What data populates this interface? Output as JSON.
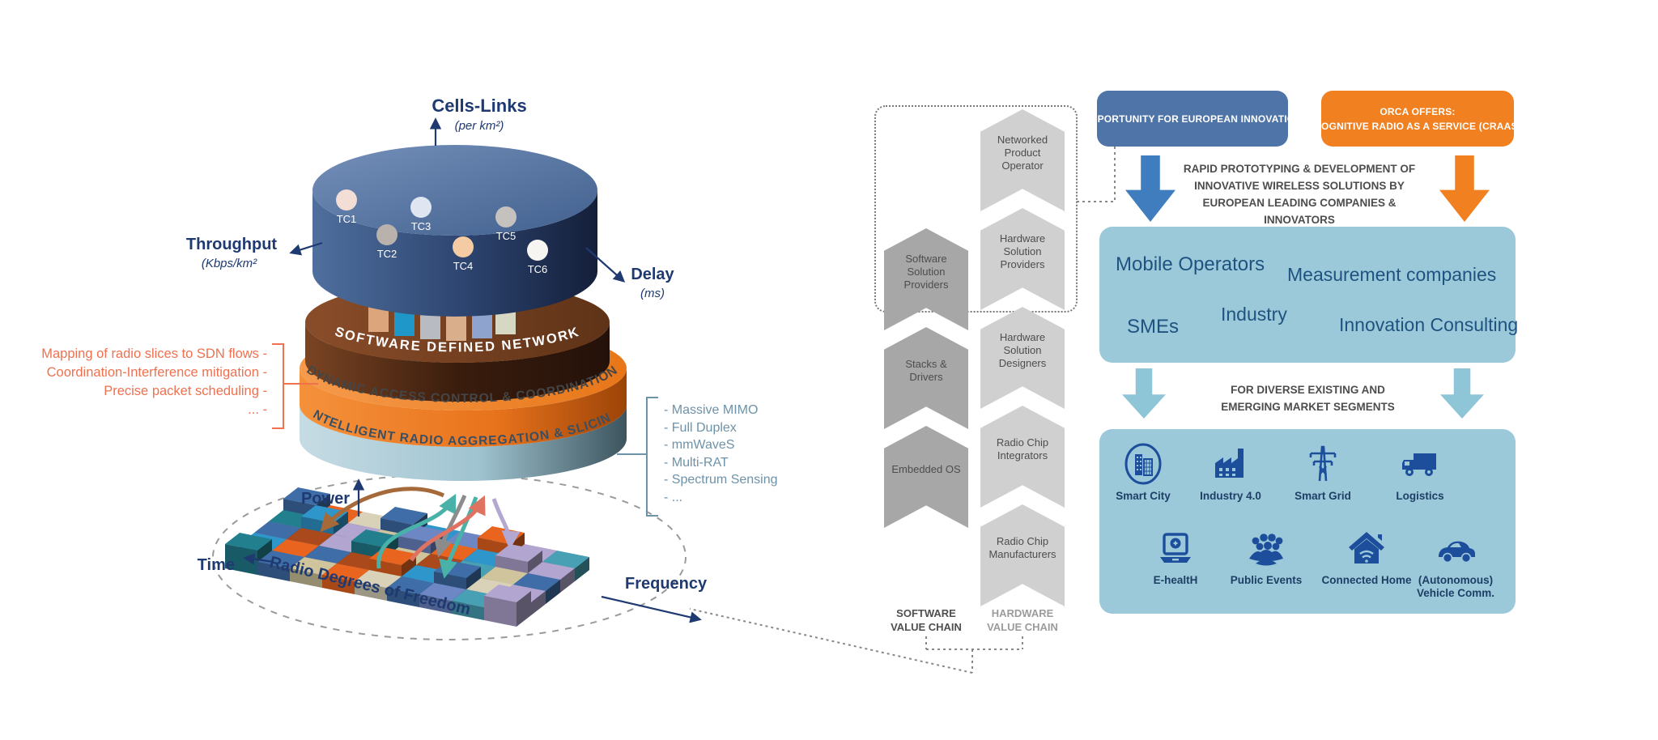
{
  "left_diagram": {
    "axes": {
      "cells_links": "Cells-Links",
      "cells_links_unit": "(per km²)",
      "throughput": "Throughput",
      "throughput_unit": "(Kbps/km²",
      "delay": "Delay",
      "delay_unit": "(ms)",
      "power": "Power",
      "time": "Time",
      "frequency": "Frequency"
    },
    "ellipse_label": "Radio Degrees of Freedom",
    "traffic_classes": [
      {
        "label": "TC1",
        "color": "#f3ded6"
      },
      {
        "label": "TC2",
        "color": "#b9b1ab"
      },
      {
        "label": "TC3",
        "color": "#dfe6f2"
      },
      {
        "label": "TC4",
        "color": "#f4cba2"
      },
      {
        "label": "TC5",
        "color": "#c5c1bf"
      },
      {
        "label": "TC6",
        "color": "#f7f5f2"
      }
    ],
    "layers": {
      "sdn": "SOFTWARE DEFINED NETWORK",
      "dacc": "DYNAMIC ACCESS CONTROL & COORDINATION",
      "iras": "INTELLIGENT RADIO AGGREGATION & SLICING"
    },
    "sdn_annotation": {
      "color": "#ef7150",
      "lines": [
        "Mapping of radio slices to SDN flows -",
        "Coordination-Interference mitigation -",
        "Precise packet scheduling -",
        "... -"
      ]
    },
    "radio_annotation": {
      "color": "#6e92a8",
      "lines": [
        "- Massive MIMO",
        "- Full Duplex",
        "- mmWaveS",
        "- Multi-RAT",
        "- Spectrum Sensing",
        "- ..."
      ]
    },
    "blocks": {
      "palette": [
        "#3f6da8",
        "#2f96cc",
        "#217f8e",
        "#e8641f",
        "#a9491c",
        "#cfc49c",
        "#b2a5d0",
        "#6d86c4",
        "#48a0b4",
        "#d9d2b8"
      ],
      "grid": [
        [
          [
            0,
            1
          ],
          [
            3,
            0
          ],
          [
            9,
            0
          ],
          [
            0,
            1
          ],
          [
            1,
            0
          ],
          [
            7,
            0
          ],
          [
            3,
            1
          ],
          [
            6,
            0
          ],
          [
            8,
            0
          ]
        ],
        [
          [
            2,
            0
          ],
          [
            1,
            1
          ],
          [
            6,
            0
          ],
          [
            5,
            0
          ],
          [
            7,
            1
          ],
          [
            3,
            0
          ],
          [
            1,
            0
          ],
          [
            6,
            1
          ],
          [
            6,
            0
          ]
        ],
        [
          [
            0,
            0
          ],
          [
            4,
            0
          ],
          [
            6,
            0
          ],
          [
            2,
            1
          ],
          [
            5,
            0
          ],
          [
            4,
            0
          ],
          [
            8,
            0
          ],
          [
            5,
            0
          ],
          [
            0,
            0
          ]
        ],
        [
          [
            1,
            0
          ],
          [
            3,
            0
          ],
          [
            0,
            0
          ],
          [
            4,
            0
          ],
          [
            3,
            1
          ],
          [
            1,
            0
          ],
          [
            0,
            1
          ],
          [
            9,
            0
          ],
          [
            6,
            0
          ]
        ],
        [
          [
            2,
            1
          ],
          [
            0,
            0
          ],
          [
            5,
            0
          ],
          [
            3,
            0
          ],
          [
            9,
            0
          ],
          [
            0,
            0
          ],
          [
            7,
            0
          ],
          [
            8,
            0
          ],
          [
            6,
            1
          ]
        ]
      ]
    }
  },
  "value_chains": {
    "software": {
      "label": "SOFTWARE VALUE CHAIN",
      "color": "#a7a7a7",
      "items": [
        "Software Solution Providers",
        "Stacks & Drivers",
        "Embedded OS"
      ]
    },
    "hardware": {
      "label": "HARDWARE VALUE CHAIN",
      "color": "#d0d0d0",
      "items": [
        "Networked Product Operator",
        "Hardware Solution Providers",
        "Hardware Solution Designers",
        "Radio Chip Integrators",
        "Radio Chip Manufacturers"
      ]
    }
  },
  "innovation": {
    "opportunity_box": {
      "label": "OPPORTUNITY FOR EUROPEAN INNOVATION",
      "color": "#4f74a8"
    },
    "orca_box": {
      "line1": "ORCA OFFERS:",
      "line2": "COGNITIVE RADIO AS A SERVICE (CRAAS)",
      "color": "#f08020"
    },
    "rapid": {
      "line1": "RAPID PROTOTYPING & DEVELOPMENT OF",
      "line2": "INNOVATIVE WIRELESS SOLUTIONS BY",
      "line3": "EUROPEAN LEADING COMPANIES & INNOVATORS"
    },
    "stakeholders": [
      "Mobile Operators",
      "Measurement companies",
      "SMEs",
      "Industry",
      "Innovation Consulting"
    ],
    "market_heading": {
      "line1": "FOR DIVERSE EXISTING AND",
      "line2": "EMERGING MARKET SEGMENTS"
    },
    "segments": [
      {
        "label": "Smart City",
        "icon": "smart-city-icon"
      },
      {
        "label": "Industry 4.0",
        "icon": "factory-icon"
      },
      {
        "label": "Smart Grid",
        "icon": "power-tower-icon"
      },
      {
        "label": "Logistics",
        "icon": "truck-icon"
      },
      {
        "label": "E-healtH",
        "icon": "laptop-health-icon"
      },
      {
        "label": "Public Events",
        "icon": "crowd-icon"
      },
      {
        "label": "Connected Home",
        "icon": "smart-home-icon"
      },
      {
        "label": "(Autonomous)",
        "label2": "Vehicle Comm.",
        "icon": "car-icon"
      }
    ]
  },
  "colors": {
    "navy_text": "#1f3a70",
    "accent_blue_box": "#4f74a8",
    "accent_orange": "#f08020",
    "light_blue_box": "#9cc9da",
    "icon_navy": "#1c4e9c",
    "stakeholder_text": "#1e5380",
    "segment_label": "#1d3f66",
    "sdn_disk": "#5a3014",
    "orange_disk": "#ef8228",
    "lightblue_disk": "#aecfdb",
    "navy_disk": "#2a3f66"
  }
}
